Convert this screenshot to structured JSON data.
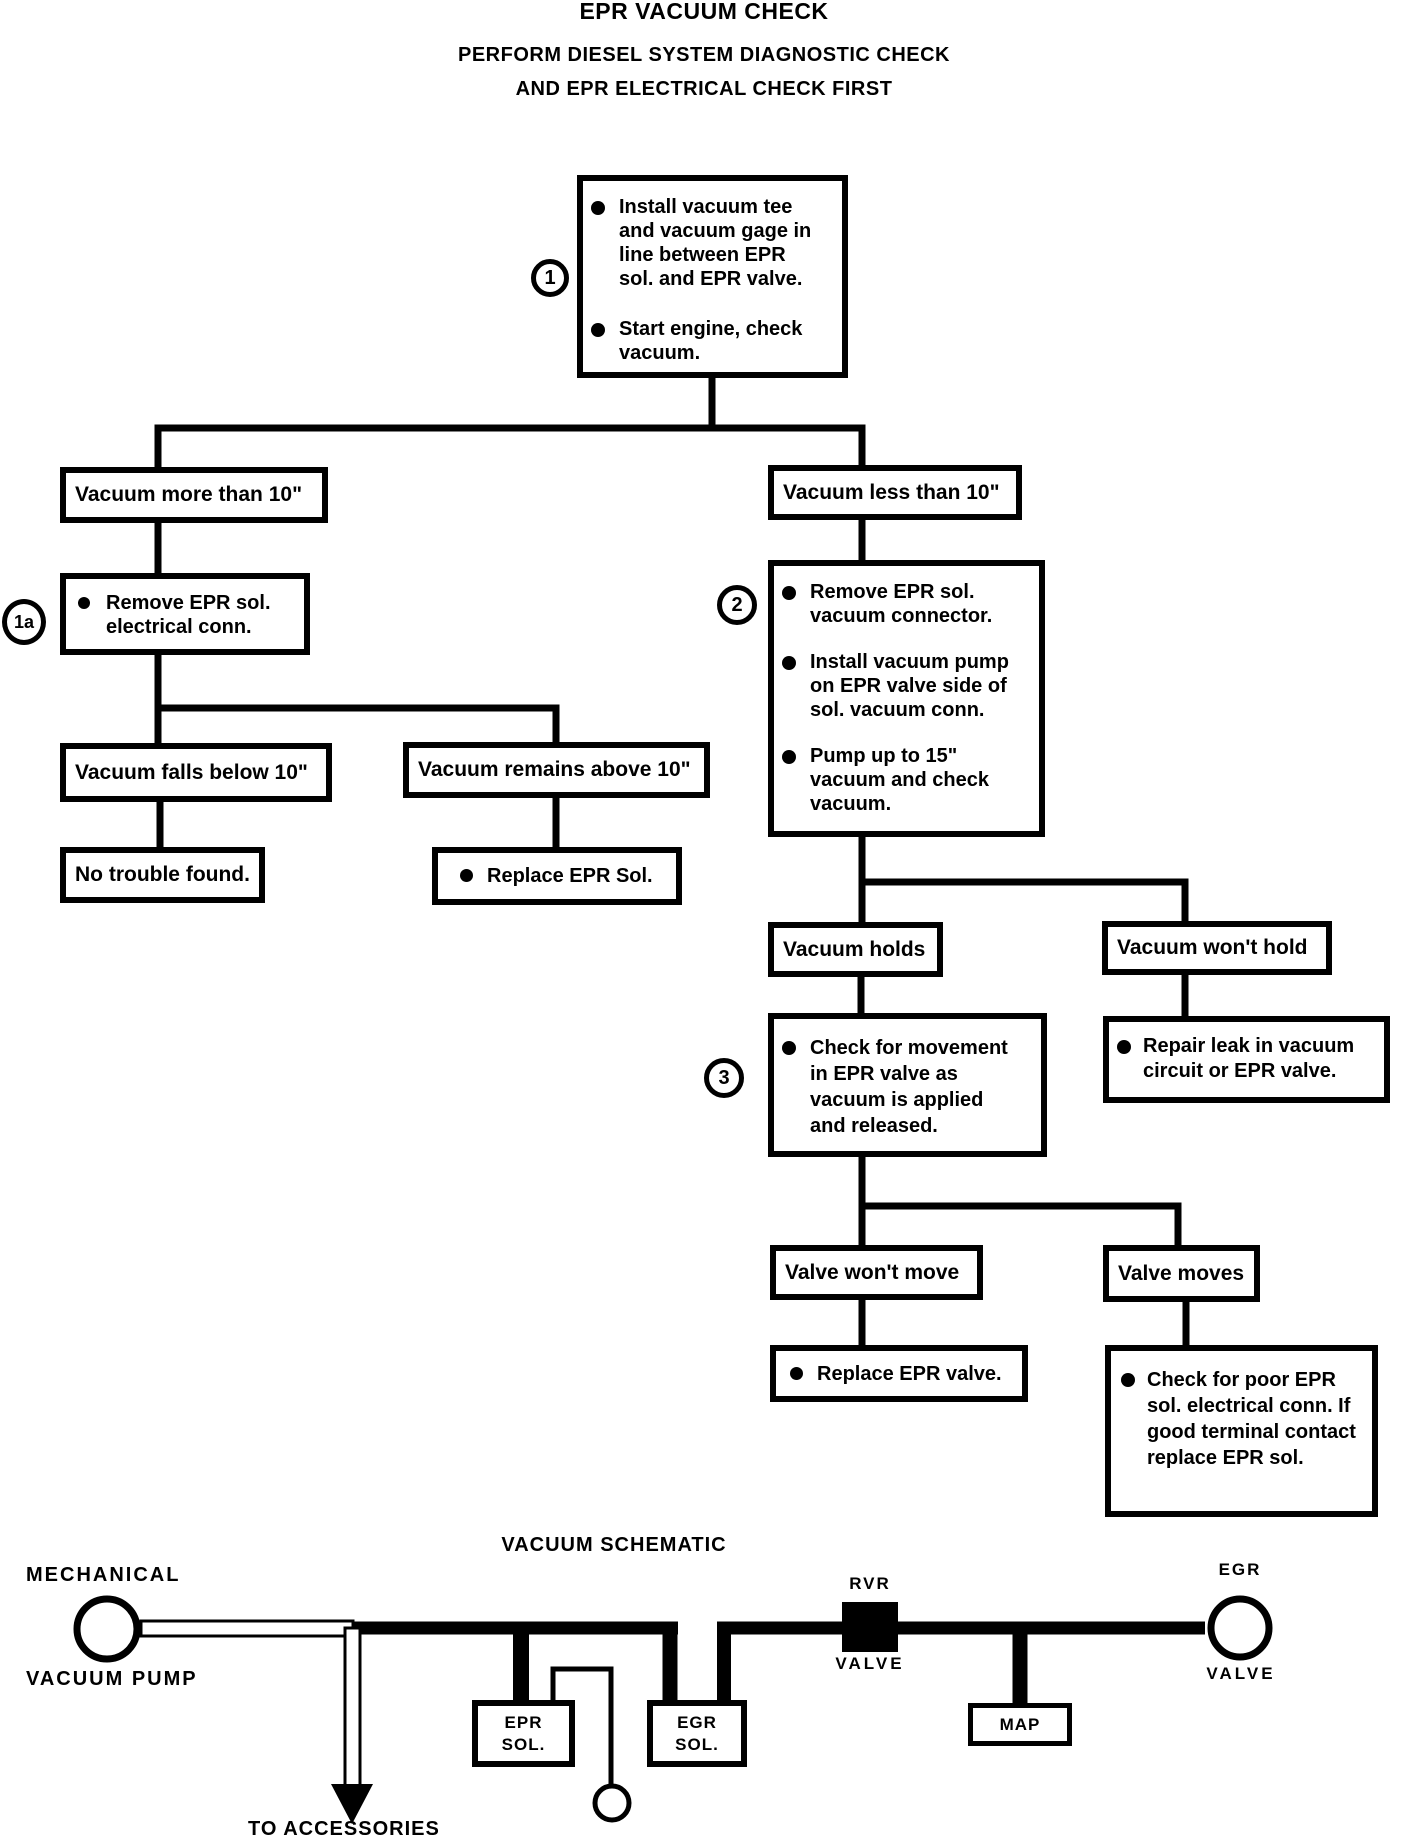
{
  "header": {
    "title": "EPR VACUUM CHECK",
    "subtitle1": "PERFORM DIESEL SYSTEM DIAGNOSTIC CHECK",
    "subtitle2": "AND EPR ELECTRICAL CHECK FIRST"
  },
  "steps": {
    "s1": "1",
    "s1a": "1a",
    "s2": "2",
    "s3": "3"
  },
  "flowchart": {
    "box1": {
      "bullets": [
        "Install vacuum tee and vacuum gage in line between EPR sol. and EPR valve.",
        "Start engine, check vacuum."
      ]
    },
    "vacuum_more": "Vacuum more than 10\"",
    "remove_epr_conn": "Remove EPR sol. electrical conn.",
    "vacuum_falls": "Vacuum falls below 10\"",
    "no_trouble": "No trouble found.",
    "vacuum_remains": "Vacuum remains above 10\"",
    "replace_sol": "Replace EPR Sol.",
    "vacuum_less": "Vacuum less than 10\"",
    "box2": {
      "bullets": [
        "Remove EPR sol. vacuum connector.",
        "Install vacuum pump on EPR valve side of sol. vacuum conn.",
        "Pump up to 15\" vacuum and check vacuum."
      ]
    },
    "vacuum_holds": "Vacuum holds",
    "vacuum_wont_hold": "Vacuum won't hold",
    "box3": {
      "bullets": [
        "Check for movement in EPR valve as vacuum is applied and released."
      ]
    },
    "repair_leak": "Repair leak in vacuum circuit or EPR valve.",
    "valve_wont_move": "Valve won't move",
    "valve_moves": "Valve moves",
    "replace_valve": "Replace EPR valve.",
    "check_poor": "Check for poor EPR sol. electrical conn. If good terminal contact replace EPR sol."
  },
  "schematic": {
    "title": "VACUUM SCHEMATIC",
    "pump_label_top": "MECHANICAL",
    "pump_label_bottom": "VACUUM PUMP",
    "accessories": "TO ACCESSORIES",
    "epr_sol_line1": "EPR",
    "epr_sol_line2": "SOL.",
    "egr_sol_line1": "EGR",
    "egr_sol_line2": "SOL.",
    "map": "MAP",
    "rvr_top": "RVR",
    "rvr_bottom": "VALVE",
    "egr_valve_top": "EGR",
    "egr_valve_bottom": "VALVE"
  },
  "colors": {
    "ink": "#000000",
    "paper": "#ffffff"
  }
}
